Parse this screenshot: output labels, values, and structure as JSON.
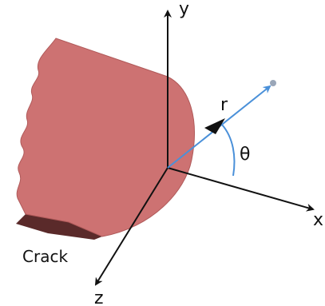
{
  "labels": {
    "y": "y",
    "x": "x",
    "z": "z",
    "r": "r",
    "theta": "θ",
    "crack": "Crack"
  },
  "colors": {
    "crack_face": "#cd7272",
    "crack_shadow": "#5a2a2a",
    "crack_edge": "#b05a5a",
    "axis": "#111111",
    "radius": "#4a90d9",
    "point": "#9aa6b8"
  }
}
